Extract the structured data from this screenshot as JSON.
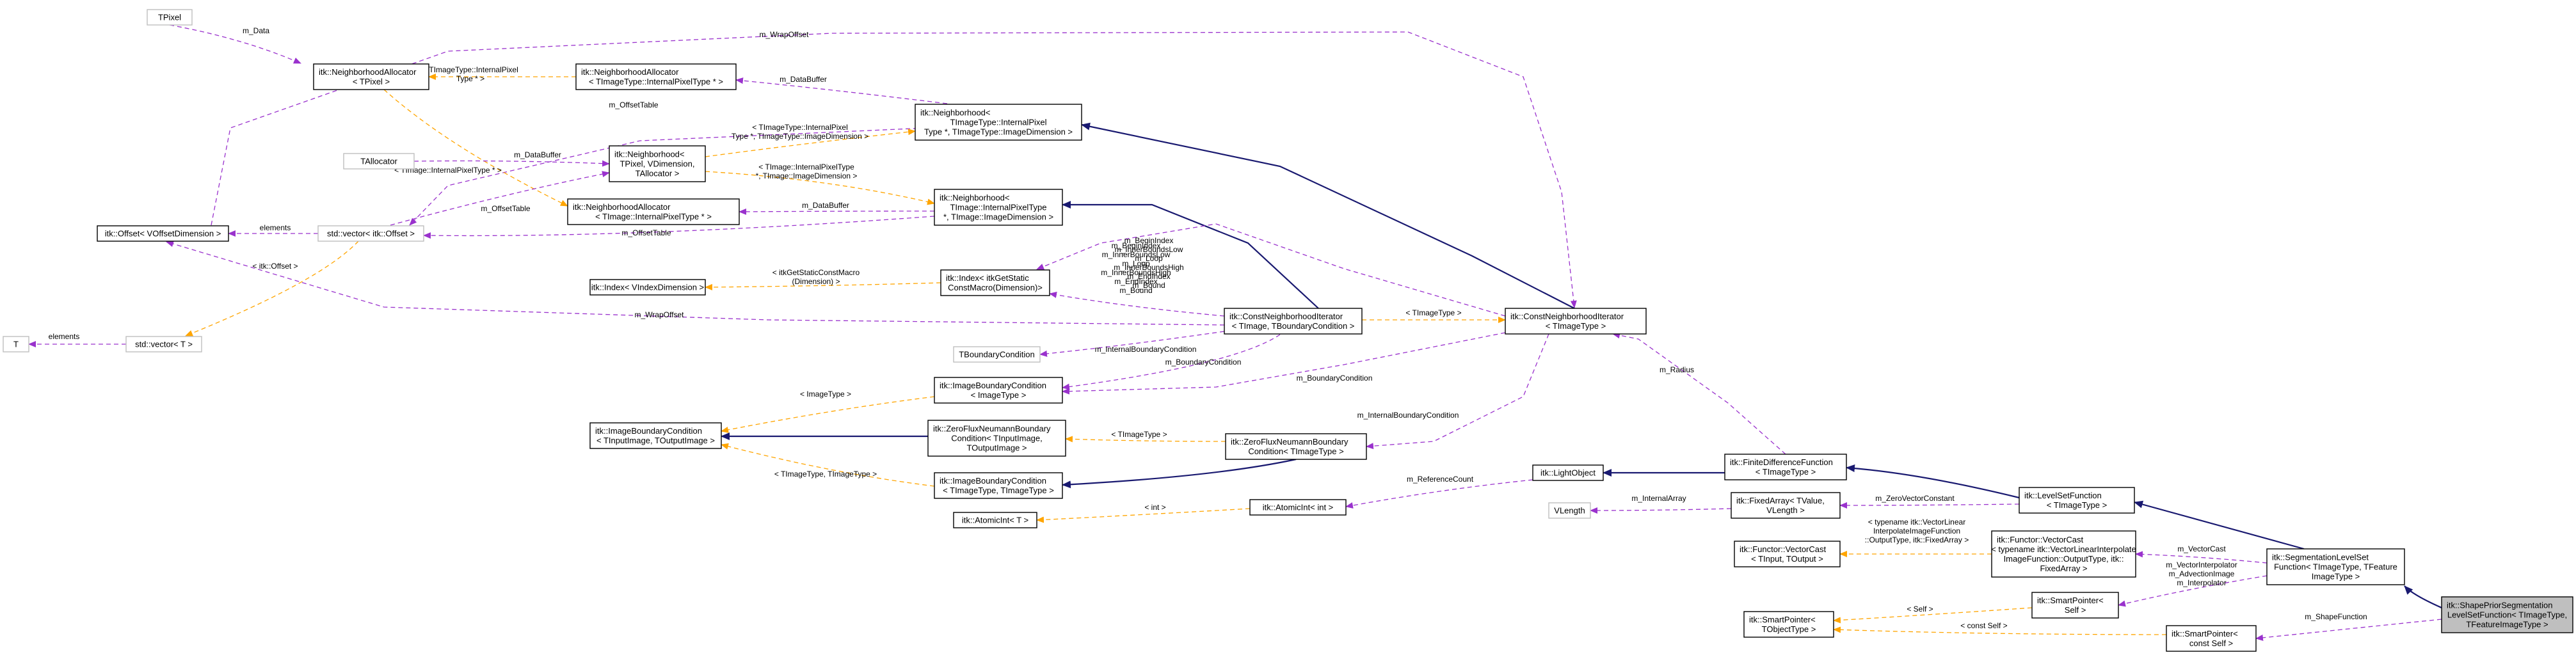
{
  "nodes": [
    {
      "id": "tpixel",
      "lines": [
        "TPixel"
      ],
      "style": "gray"
    },
    {
      "id": "nbh_alloc_tpixel",
      "lines": [
        "itk::NeighborhoodAllocator",
        "< TPixel >"
      ],
      "style": "normal"
    },
    {
      "id": "nbh_alloc_internalpixel",
      "lines": [
        "itk::NeighborhoodAllocator",
        "< TImageType::InternalPixelType * >"
      ],
      "style": "normal"
    },
    {
      "id": "nbh_internalpixel",
      "lines": [
        "itk::Neighborhood<",
        "TImageType::InternalPixel",
        "Type *, TImageType::ImageDimension >"
      ],
      "style": "normal"
    },
    {
      "id": "tallocator",
      "lines": [
        "TAllocator"
      ],
      "style": "gray"
    },
    {
      "id": "nbh_tpixel",
      "lines": [
        "itk::Neighborhood<",
        "TPixel, VDimension,",
        "TAllocator >"
      ],
      "style": "normal"
    },
    {
      "id": "nbh_alloc_timage",
      "lines": [
        "itk::NeighborhoodAllocator",
        "< TImage::InternalPixelType * >"
      ],
      "style": "normal"
    },
    {
      "id": "nbh_timage",
      "lines": [
        "itk::Neighborhood<",
        "TImage::InternalPixelType",
        "*, TImage::ImageDimension >"
      ],
      "style": "normal"
    },
    {
      "id": "offset",
      "lines": [
        "itk::Offset< VOffsetDimension >"
      ],
      "style": "normal"
    },
    {
      "id": "vector_offset",
      "lines": [
        "std::vector< itk::Offset >"
      ],
      "style": "gray"
    },
    {
      "id": "index_vindex",
      "lines": [
        "itk::Index< VIndexDimension >"
      ],
      "style": "normal"
    },
    {
      "id": "index_itkgetstatic",
      "lines": [
        "itk::Index< itkGetStatic",
        "ConstMacro(Dimension)>"
      ],
      "style": "normal"
    },
    {
      "id": "t",
      "lines": [
        "T"
      ],
      "style": "gray"
    },
    {
      "id": "vector_t",
      "lines": [
        "std::vector< T >"
      ],
      "style": "gray"
    },
    {
      "id": "const_nbh_iter_timage",
      "lines": [
        "itk::ConstNeighborhoodIterator",
        "< TImage, TBoundaryCondition >"
      ],
      "style": "normal"
    },
    {
      "id": "const_nbh_iter_timagetype",
      "lines": [
        "itk::ConstNeighborhoodIterator",
        "< TImageType >"
      ],
      "style": "normal"
    },
    {
      "id": "tboundary",
      "lines": [
        "TBoundaryCondition"
      ],
      "style": "gray"
    },
    {
      "id": "ibc_imagetype",
      "lines": [
        "itk::ImageBoundaryCondition",
        "< ImageType >"
      ],
      "style": "normal"
    },
    {
      "id": "ibc_tinput",
      "lines": [
        "itk::ImageBoundaryCondition",
        "< TInputImage, TOutputImage >"
      ],
      "style": "normal"
    },
    {
      "id": "zfn_tinput",
      "lines": [
        "itk::ZeroFluxNeumannBoundary",
        "Condition< TInputImage,",
        "TOutputImage >"
      ],
      "style": "normal"
    },
    {
      "id": "zfn_timagetype",
      "lines": [
        "itk::ZeroFluxNeumannBoundary",
        "Condition< TImageType >"
      ],
      "style": "normal"
    },
    {
      "id": "ibc_timagetype",
      "lines": [
        "itk::ImageBoundaryCondition",
        "< TImageType, TImageType >"
      ],
      "style": "normal"
    },
    {
      "id": "lightobject",
      "lines": [
        "itk::LightObject"
      ],
      "style": "normal"
    },
    {
      "id": "finite_diff",
      "lines": [
        "itk::FiniteDifferenceFunction",
        "< TImageType >"
      ],
      "style": "normal"
    },
    {
      "id": "atomicint_int",
      "lines": [
        "itk::AtomicInt< int >"
      ],
      "style": "normal"
    },
    {
      "id": "atomicint_t",
      "lines": [
        "itk::AtomicInt< T >"
      ],
      "style": "normal"
    },
    {
      "id": "vlength",
      "lines": [
        "VLength"
      ],
      "style": "gray"
    },
    {
      "id": "fixedarray",
      "lines": [
        "itk::FixedArray< TValue,",
        "VLength >"
      ],
      "style": "normal"
    },
    {
      "id": "levelset",
      "lines": [
        "itk::LevelSetFunction",
        "< TImageType >"
      ],
      "style": "normal"
    },
    {
      "id": "functor_vectorcast_tinput",
      "lines": [
        "itk::Functor::VectorCast",
        "< TInput, TOutput >"
      ],
      "style": "normal"
    },
    {
      "id": "functor_vectorcast_typename",
      "lines": [
        "itk::Functor::VectorCast",
        "< typename itk::VectorLinearInterpolate",
        "ImageFunction::OutputType, itk::",
        "FixedArray >"
      ],
      "style": "normal"
    },
    {
      "id": "seg_levelset",
      "lines": [
        "itk::SegmentationLevelSet",
        "Function< TImageType, TFeature",
        "ImageType >"
      ],
      "style": "normal"
    },
    {
      "id": "smartptr_self",
      "lines": [
        "itk::SmartPointer<",
        "Self >"
      ],
      "style": "normal"
    },
    {
      "id": "smartptr_tobject",
      "lines": [
        "itk::SmartPointer<",
        "TObjectType >"
      ],
      "style": "normal"
    },
    {
      "id": "smartptr_constself",
      "lines": [
        "itk::SmartPointer<",
        "const Self >"
      ],
      "style": "normal"
    },
    {
      "id": "shape_prior",
      "lines": [
        "itk::ShapePriorSegmentation",
        "LevelSetFunction< TImageType,",
        "TFeatureImageType >"
      ],
      "style": "focus"
    }
  ],
  "edges": [
    {
      "from": "tpixel",
      "to": "nbh_alloc_tpixel",
      "kind": "use",
      "label": [
        "m_Data"
      ]
    },
    {
      "from": "offset",
      "to": "const_nbh_iter_timagetype",
      "kind": "use",
      "label": [
        "m_WrapOffset"
      ]
    },
    {
      "from": "nbh_alloc_internalpixel",
      "to": "nbh_alloc_tpixel",
      "kind": "tpl",
      "label": [
        "< TImageType::InternalPixel",
        "Type * >"
      ]
    },
    {
      "from": "nbh_internalpixel",
      "to": "nbh_alloc_internalpixel",
      "kind": "use",
      "label": [
        "m_DataBuffer"
      ]
    },
    {
      "from": "nbh_internalpixel",
      "to": "vector_offset",
      "kind": "use",
      "label": [
        "m_OffsetTable"
      ]
    },
    {
      "from": "nbh_tpixel",
      "to": "nbh_internalpixel",
      "kind": "tpl",
      "label": [
        "< TImageType::InternalPixel",
        "Type *, TImageType::ImageDimension >"
      ]
    },
    {
      "from": "nbh_tpixel",
      "to": "nbh_timage",
      "kind": "tpl",
      "label": [
        "< TImage::InternalPixelType",
        "*, TImage::ImageDimension >"
      ]
    },
    {
      "from": "nbh_alloc_tpixel",
      "to": "nbh_alloc_timage",
      "kind": "tpl",
      "label": [
        "< TImage::InternalPixelType * >"
      ]
    },
    {
      "from": "tallocator",
      "to": "nbh_tpixel",
      "kind": "use",
      "label": [
        "m_DataBuffer"
      ]
    },
    {
      "from": "vector_offset",
      "to": "nbh_tpixel",
      "kind": "use",
      "label": [
        "m_OffsetTable"
      ]
    },
    {
      "from": "nbh_timage",
      "to": "nbh_alloc_timage",
      "kind": "use",
      "label": [
        "m_DataBuffer"
      ]
    },
    {
      "from": "nbh_timage",
      "to": "vector_offset",
      "kind": "use",
      "label": [
        "m_OffsetTable"
      ]
    },
    {
      "from": "vector_offset",
      "to": "offset",
      "kind": "use",
      "label": [
        "elements"
      ]
    },
    {
      "from": "vector_offset",
      "to": "vector_t",
      "kind": "tpl",
      "label": [
        "< itk::Offset >"
      ]
    },
    {
      "from": "vector_t",
      "to": "t",
      "kind": "use",
      "label": [
        "elements"
      ]
    },
    {
      "from": "index_itkgetstatic",
      "to": "index_vindex",
      "kind": "tpl",
      "label": [
        "< itkGetStaticConstMacro",
        "(Dimension) >"
      ]
    },
    {
      "from": "const_nbh_iter_timage",
      "to": "offset",
      "kind": "use",
      "label": [
        "m_WrapOffset"
      ]
    },
    {
      "from": "const_nbh_iter_timage",
      "to": "index_itkgetstatic",
      "kind": "use",
      "label": [
        "m_BeginIndex",
        "m_InnerBoundsLow",
        "m_Loop",
        "m_InnerBoundsHigh",
        "m_EndIndex",
        "m_Bound"
      ]
    },
    {
      "from": "const_nbh_iter_timage",
      "to": "nbh_timage",
      "kind": "inh",
      "label": []
    },
    {
      "from": "const_nbh_iter_timagetype",
      "to": "index_itkgetstatic",
      "kind": "use",
      "label": [
        "m_BeginIndex",
        "m_InnerBoundsLow",
        "m_Loop",
        "m_InnerBoundsHigh",
        "m_EndIndex",
        "m_Bound"
      ]
    },
    {
      "from": "const_nbh_iter_timagetype",
      "to": "nbh_internalpixel",
      "kind": "inh",
      "label": []
    },
    {
      "from": "const_nbh_iter_timage",
      "to": "const_nbh_iter_timagetype",
      "kind": "tpl",
      "label": [
        "< TImageType >"
      ]
    },
    {
      "from": "const_nbh_iter_timage",
      "to": "tboundary",
      "kind": "use",
      "label": [
        "m_InternalBoundaryCondition"
      ]
    },
    {
      "from": "const_nbh_iter_timage",
      "to": "ibc_imagetype",
      "kind": "use",
      "label": [
        "m_BoundaryCondition"
      ]
    },
    {
      "from": "const_nbh_iter_timagetype",
      "to": "ibc_imagetype",
      "kind": "use",
      "label": [
        "m_BoundaryCondition"
      ]
    },
    {
      "from": "ibc_imagetype",
      "to": "ibc_tinput",
      "kind": "tpl",
      "label": [
        "< ImageType >"
      ]
    },
    {
      "from": "zfn_tinput",
      "to": "ibc_tinput",
      "kind": "inh",
      "label": []
    },
    {
      "from": "zfn_timagetype",
      "to": "zfn_tinput",
      "kind": "tpl",
      "label": [
        "< TImageType >"
      ]
    },
    {
      "from": "ibc_timagetype",
      "to": "ibc_tinput",
      "kind": "tpl",
      "label": [
        "< TImageType, TImageType >"
      ]
    },
    {
      "from": "zfn_timagetype",
      "to": "ibc_timagetype",
      "kind": "inh",
      "label": []
    },
    {
      "from": "const_nbh_iter_timagetype",
      "to": "zfn_timagetype",
      "kind": "use",
      "label": [
        "m_InternalBoundaryCondition"
      ]
    },
    {
      "from": "finite_diff",
      "to": "const_nbh_iter_timagetype",
      "kind": "use",
      "label": [
        "m_Radius"
      ]
    },
    {
      "from": "finite_diff",
      "to": "lightobject",
      "kind": "inh",
      "label": []
    },
    {
      "from": "lightobject",
      "to": "atomicint_int",
      "kind": "use",
      "label": [
        "m_ReferenceCount"
      ]
    },
    {
      "from": "atomicint_int",
      "to": "atomicint_t",
      "kind": "tpl",
      "label": [
        "< int >"
      ]
    },
    {
      "from": "levelset",
      "to": "finite_diff",
      "kind": "inh",
      "label": []
    },
    {
      "from": "fixedarray",
      "to": "vlength",
      "kind": "use",
      "label": [
        "m_InternalArray"
      ]
    },
    {
      "from": "levelset",
      "to": "fixedarray",
      "kind": "use",
      "label": [
        "m_ZeroVectorConstant"
      ]
    },
    {
      "from": "seg_levelset",
      "to": "levelset",
      "kind": "inh",
      "label": []
    },
    {
      "from": "functor_vectorcast_typename",
      "to": "functor_vectorcast_tinput",
      "kind": "tpl",
      "label": [
        "< typename itk::VectorLinear",
        "InterpolateImageFunction",
        "::OutputType, itk::FixedArray >"
      ]
    },
    {
      "from": "seg_levelset",
      "to": "functor_vectorcast_typename",
      "kind": "use",
      "label": [
        "m_VectorCast"
      ]
    },
    {
      "from": "seg_levelset",
      "to": "smartptr_self",
      "kind": "use",
      "label": [
        "m_VectorInterpolator",
        "m_AdvectionImage",
        "m_Interpolator"
      ]
    },
    {
      "from": "smartptr_self",
      "to": "smartptr_tobject",
      "kind": "tpl",
      "label": [
        "< Self >"
      ]
    },
    {
      "from": "smartptr_constself",
      "to": "smartptr_tobject",
      "kind": "tpl",
      "label": [
        "< const Self >"
      ]
    },
    {
      "from": "shape_prior",
      "to": "seg_levelset",
      "kind": "inh",
      "label": []
    },
    {
      "from": "shape_prior",
      "to": "smartptr_constself",
      "kind": "use",
      "label": [
        "m_ShapeFunction"
      ]
    }
  ]
}
